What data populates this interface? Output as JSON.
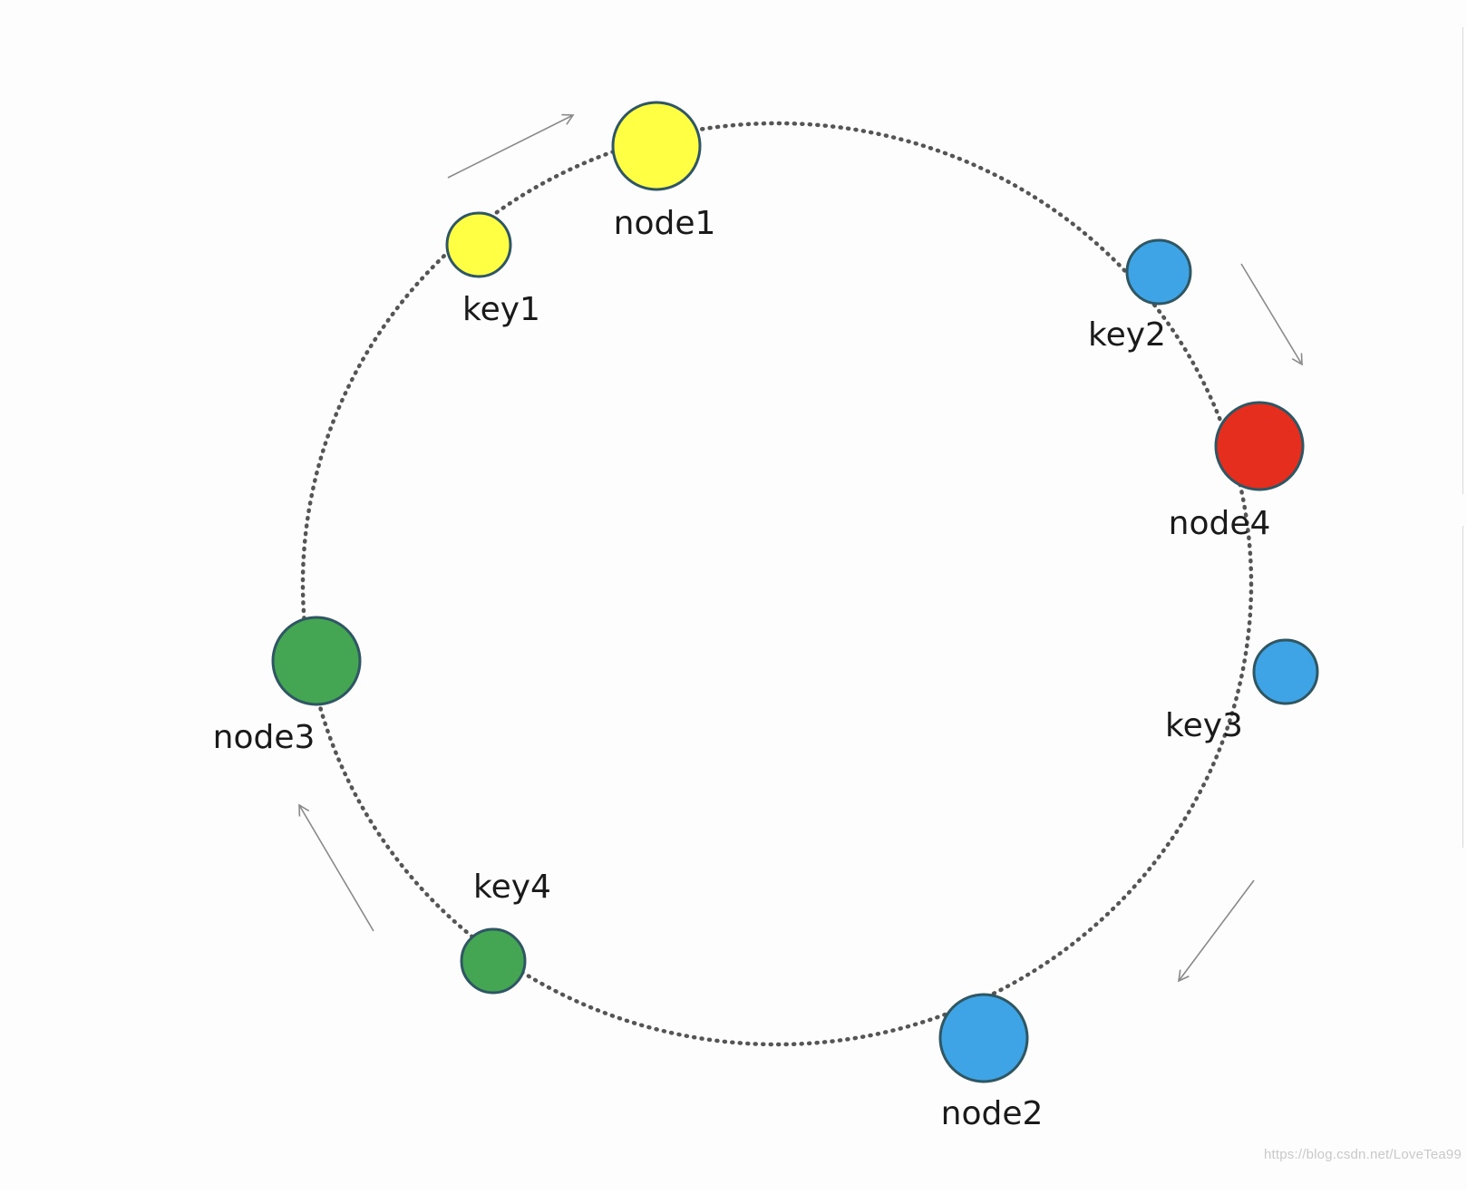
{
  "diagram": {
    "ring": {
      "stroke": "#555555"
    },
    "arrow_color": "#8a8a8a",
    "nodes": [
      {
        "id": "node1",
        "label": "node1",
        "color": "#ffff44"
      },
      {
        "id": "node2",
        "label": "node2",
        "color": "#3fa4e6"
      },
      {
        "id": "node3",
        "label": "node3",
        "color": "#44a552"
      },
      {
        "id": "node4",
        "label": "node4",
        "color": "#e62e1e"
      }
    ],
    "keys": [
      {
        "id": "key1",
        "label": "key1",
        "color": "#ffff44"
      },
      {
        "id": "key2",
        "label": "key2",
        "color": "#3fa4e6"
      },
      {
        "id": "key3",
        "label": "key3",
        "color": "#3fa4e6"
      },
      {
        "id": "key4",
        "label": "key4",
        "color": "#44a552"
      }
    ],
    "outline_color": "#2f5663"
  },
  "watermark": "https://blog.csdn.net/LoveTea99"
}
